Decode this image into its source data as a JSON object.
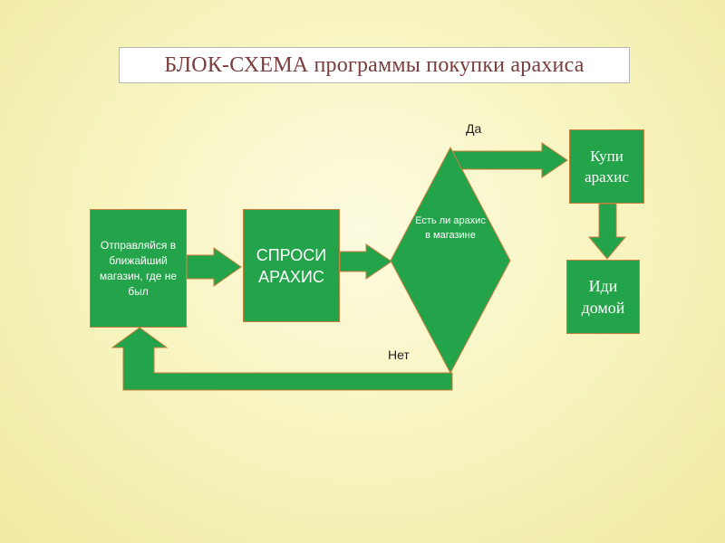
{
  "title": "БЛОК-СХЕМА программы покупки арахиса",
  "nodes": {
    "start": "Отправляйся в ближайший магазин, где не был",
    "ask": "СПРОСИ АРАХИС",
    "decision": "Есть ли арахис в магазине",
    "buy": "Купи арахис",
    "home": "Иди домой"
  },
  "labels": {
    "yes": "Да",
    "no": "Нет"
  },
  "colors": {
    "shape_fill": "#23a34a",
    "shape_border": "#c87e3a",
    "title_text": "#7a3d3d",
    "background": "#f8f5c2"
  }
}
